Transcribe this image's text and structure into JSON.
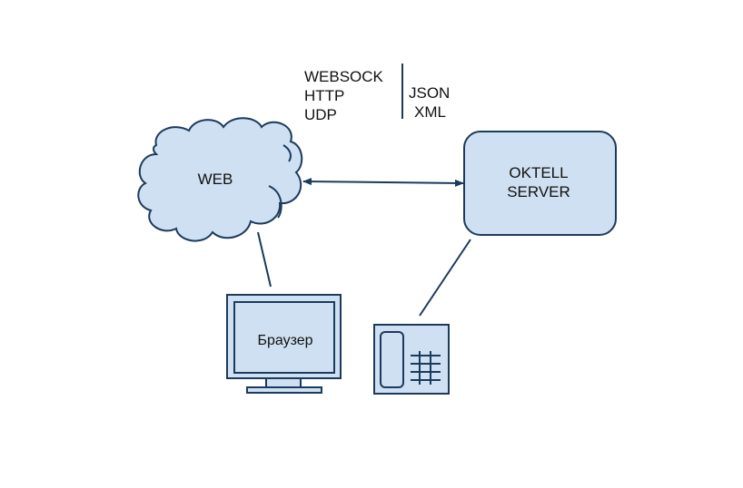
{
  "colors": {
    "stroke": "#1b3a5c",
    "fill": "#cfe0f2",
    "background": "#ffffff",
    "text": "#111111"
  },
  "protocols": {
    "transport": [
      "WEBSOCK",
      "HTTP",
      "UDP"
    ],
    "formats": [
      "JSON",
      "XML"
    ]
  },
  "nodes": {
    "web": {
      "label": "WEB",
      "shape": "cloud"
    },
    "server": {
      "label_lines": [
        "OKTELL",
        "SERVER"
      ],
      "shape": "rounded-rectangle"
    },
    "browser": {
      "label": "Браузер",
      "shape": "monitor"
    },
    "phone": {
      "label": "",
      "shape": "desk-phone"
    }
  },
  "edges": [
    {
      "from": "web",
      "to": "server",
      "type": "bidirectional-arrow"
    },
    {
      "from": "web",
      "to": "browser",
      "type": "line"
    },
    {
      "from": "server",
      "to": "phone",
      "type": "line"
    }
  ]
}
